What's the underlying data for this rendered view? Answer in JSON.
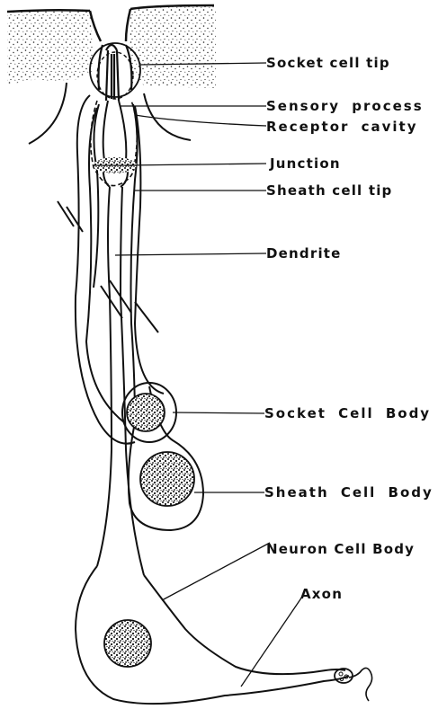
{
  "diagram": {
    "labels": {
      "socket_cell_tip": "Socket cell tip",
      "sensory_process": "Sensory process",
      "receptor_cavity": "Receptor cavity",
      "junction": "Junction",
      "sheath_cell_tip": "Sheath cell tip",
      "dendrite": "Dendrite",
      "socket_cell_body": "Socket Cell Body",
      "sheath_cell_body": "Sheath Cell Body",
      "neuron_cell_body": "Neuron Cell Body",
      "axon": "Axon"
    }
  }
}
